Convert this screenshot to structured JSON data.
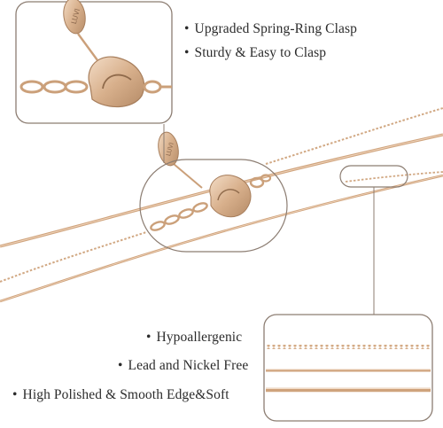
{
  "features_top": [
    {
      "bullet": "•",
      "text": "Upgraded Spring-Ring Clasp"
    },
    {
      "bullet": "•",
      "text": "Sturdy & Easy to Clasp"
    }
  ],
  "features_bottom": [
    {
      "bullet": "•",
      "text": "Hypoallergenic"
    },
    {
      "bullet": "•",
      "text": "Lead and Nickel Free"
    },
    {
      "bullet": "•",
      "text": "High Polished & Smooth Edge&Soft"
    }
  ],
  "tag_text": "LUVI",
  "colors": {
    "gold": "#d8b08c",
    "gold_dark": "#b88e6a",
    "gold_light": "#f0d9c4",
    "frame": "#8c7d72",
    "text": "#2b2b2b"
  }
}
